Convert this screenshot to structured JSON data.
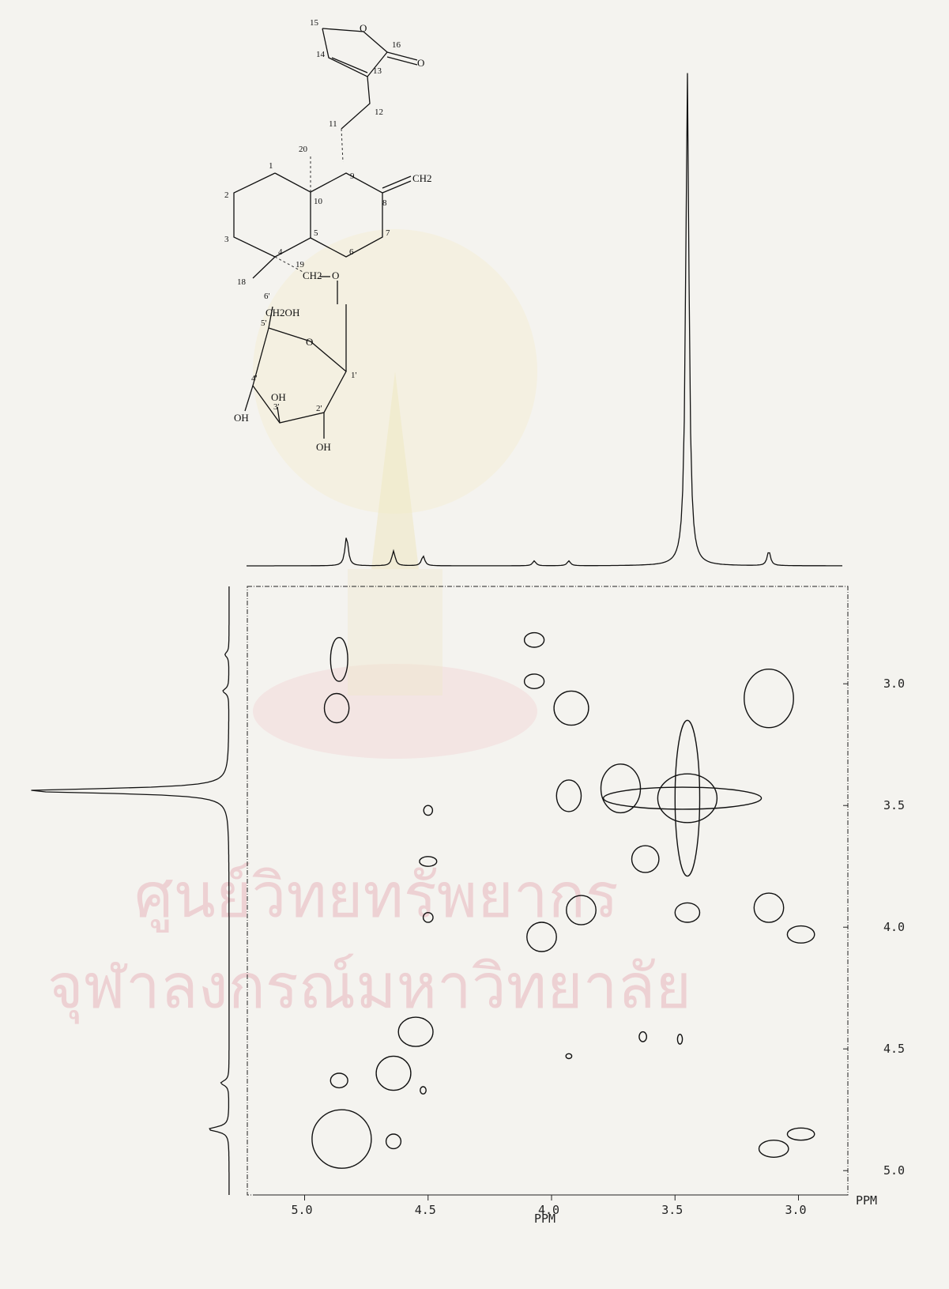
{
  "watermark": {
    "line1": "ศูนย์วิทยทรัพยากร",
    "line2": "จุฬาลงกรณ์มหาวิทยาลัย"
  },
  "structure": {
    "atoms": [
      "1",
      "2",
      "3",
      "4",
      "5",
      "6",
      "7",
      "8",
      "9",
      "10",
      "11",
      "12",
      "13",
      "14",
      "15",
      "16",
      "18",
      "19",
      "20",
      "1'",
      "2'",
      "3'",
      "4'",
      "5'",
      "6'"
    ],
    "groups": [
      "O",
      "O",
      "O",
      "O",
      "CH2",
      "CH2",
      "CH2OH",
      "OH",
      "OH",
      "OH"
    ]
  },
  "chart_data": {
    "type": "heatmap",
    "subtype": "2D NMR contour plot (COSY)",
    "xlabel": "PPM",
    "ylabel": "",
    "x_unit_label": "PPM",
    "xlim": [
      5.2,
      2.8
    ],
    "ylim": [
      2.6,
      5.1
    ],
    "x_ticks": [
      "5.0",
      "4.5",
      "4.0",
      "3.5",
      "3.0"
    ],
    "x_tick_values": [
      5.0,
      4.5,
      4.0,
      3.5,
      3.0
    ],
    "y_ticks": [
      "3.0",
      "3.5",
      "4.0",
      "4.5",
      "5.0"
    ],
    "y_tick_values": [
      3.0,
      3.5,
      4.0,
      4.5,
      5.0
    ],
    "top_spectrum_peaks": [
      {
        "ppm": 4.83,
        "height": 0.06
      },
      {
        "ppm": 4.64,
        "height": 0.03
      },
      {
        "ppm": 4.52,
        "height": 0.02
      },
      {
        "ppm": 4.07,
        "height": 0.01
      },
      {
        "ppm": 3.93,
        "height": 0.01
      },
      {
        "ppm": 3.45,
        "height": 1.0
      },
      {
        "ppm": 3.12,
        "height": 0.03
      }
    ],
    "left_spectrum_peaks": [
      {
        "ppm": 3.44,
        "height": 1.0
      },
      {
        "ppm": 4.83,
        "height": 0.1
      },
      {
        "ppm": 4.64,
        "height": 0.04
      },
      {
        "ppm": 3.03,
        "height": 0.03
      },
      {
        "ppm": 2.88,
        "height": 0.02
      }
    ],
    "cross_peaks": [
      {
        "x": 4.86,
        "y": 2.9,
        "rx": 0.035,
        "ry": 0.09
      },
      {
        "x": 4.87,
        "y": 3.1,
        "rx": 0.05,
        "ry": 0.06
      },
      {
        "x": 4.07,
        "y": 2.82,
        "rx": 0.04,
        "ry": 0.03
      },
      {
        "x": 4.07,
        "y": 2.99,
        "rx": 0.04,
        "ry": 0.03
      },
      {
        "x": 3.92,
        "y": 3.1,
        "rx": 0.07,
        "ry": 0.07
      },
      {
        "x": 3.93,
        "y": 3.46,
        "rx": 0.05,
        "ry": 0.065
      },
      {
        "x": 4.5,
        "y": 3.52,
        "rx": 0.018,
        "ry": 0.02
      },
      {
        "x": 4.5,
        "y": 3.73,
        "rx": 0.035,
        "ry": 0.02
      },
      {
        "x": 3.62,
        "y": 3.72,
        "rx": 0.055,
        "ry": 0.055
      },
      {
        "x": 3.88,
        "y": 3.93,
        "rx": 0.06,
        "ry": 0.06
      },
      {
        "x": 4.04,
        "y": 4.04,
        "rx": 0.06,
        "ry": 0.06
      },
      {
        "x": 4.5,
        "y": 3.96,
        "rx": 0.02,
        "ry": 0.02
      },
      {
        "x": 3.45,
        "y": 3.94,
        "rx": 0.05,
        "ry": 0.04
      },
      {
        "x": 3.12,
        "y": 3.92,
        "rx": 0.06,
        "ry": 0.06
      },
      {
        "x": 2.99,
        "y": 4.03,
        "rx": 0.055,
        "ry": 0.035
      },
      {
        "x": 4.55,
        "y": 4.43,
        "rx": 0.07,
        "ry": 0.06
      },
      {
        "x": 4.64,
        "y": 4.6,
        "rx": 0.07,
        "ry": 0.07
      },
      {
        "x": 4.86,
        "y": 4.63,
        "rx": 0.035,
        "ry": 0.03
      },
      {
        "x": 4.85,
        "y": 4.87,
        "rx": 0.12,
        "ry": 0.12
      },
      {
        "x": 4.64,
        "y": 4.88,
        "rx": 0.03,
        "ry": 0.03
      },
      {
        "x": 4.52,
        "y": 4.67,
        "rx": 0.012,
        "ry": 0.015
      },
      {
        "x": 3.93,
        "y": 4.53,
        "rx": 0.012,
        "ry": 0.01
      },
      {
        "x": 3.63,
        "y": 4.45,
        "rx": 0.015,
        "ry": 0.02
      },
      {
        "x": 3.48,
        "y": 4.46,
        "rx": 0.01,
        "ry": 0.02
      },
      {
        "x": 3.1,
        "y": 4.91,
        "rx": 0.06,
        "ry": 0.035
      },
      {
        "x": 2.99,
        "y": 4.85,
        "rx": 0.055,
        "ry": 0.025
      },
      {
        "x": 3.12,
        "y": 3.06,
        "rx": 0.1,
        "ry": 0.12
      },
      {
        "x": 3.45,
        "y": 3.47,
        "rx": 0.12,
        "ry": 0.1
      },
      {
        "x": 3.45,
        "y": 3.47,
        "rx": 0.05,
        "ry": 0.32
      },
      {
        "x": 3.47,
        "y": 3.47,
        "rx": 0.32,
        "ry": 0.045
      },
      {
        "x": 3.72,
        "y": 3.43,
        "rx": 0.08,
        "ry": 0.1
      }
    ]
  }
}
